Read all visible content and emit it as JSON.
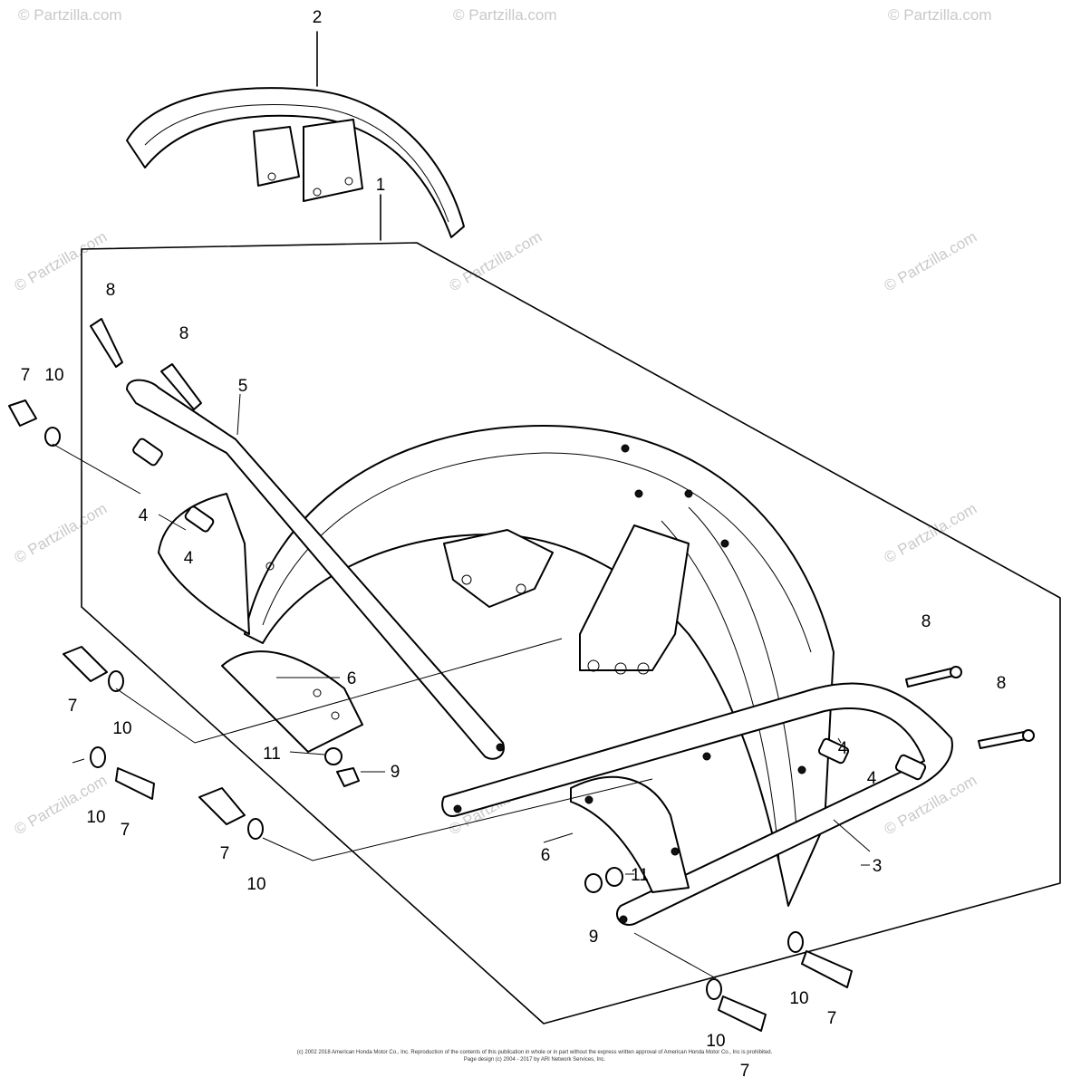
{
  "diagram": {
    "callouts": [
      {
        "id": "c1",
        "label": "1"
      },
      {
        "id": "c2",
        "label": "2"
      },
      {
        "id": "c3",
        "label": "3"
      },
      {
        "id": "c4a",
        "label": "4"
      },
      {
        "id": "c4b",
        "label": "4"
      },
      {
        "id": "c4c",
        "label": "4"
      },
      {
        "id": "c4d",
        "label": "4"
      },
      {
        "id": "c5",
        "label": "5"
      },
      {
        "id": "c6a",
        "label": "6"
      },
      {
        "id": "c6b",
        "label": "6"
      },
      {
        "id": "c7a",
        "label": "7"
      },
      {
        "id": "c7b",
        "label": "7"
      },
      {
        "id": "c7c",
        "label": "7"
      },
      {
        "id": "c7d",
        "label": "7"
      },
      {
        "id": "c7e",
        "label": "7"
      },
      {
        "id": "c7f",
        "label": "7"
      },
      {
        "id": "c8a",
        "label": "8"
      },
      {
        "id": "c8b",
        "label": "8"
      },
      {
        "id": "c8c",
        "label": "8"
      },
      {
        "id": "c8d",
        "label": "8"
      },
      {
        "id": "c9a",
        "label": "9"
      },
      {
        "id": "c9b",
        "label": "9"
      },
      {
        "id": "c10a",
        "label": "10"
      },
      {
        "id": "c10b",
        "label": "10"
      },
      {
        "id": "c10c",
        "label": "10"
      },
      {
        "id": "c10d",
        "label": "10"
      },
      {
        "id": "c10e",
        "label": "10"
      },
      {
        "id": "c10f",
        "label": "10"
      },
      {
        "id": "c11a",
        "label": "11"
      },
      {
        "id": "c11b",
        "label": "11"
      }
    ],
    "watermark": "© Partzilla.com",
    "copyright_line1": "(c) 2002 2018 American Honda Motor Co., Inc. Reproduction of the contents of this publication in whole or in part without the express written approval of American Honda Motor Co., Inc is prohibited.",
    "copyright_line2": "Page design (c) 2004 - 2017 by ARI Network Services, Inc."
  }
}
